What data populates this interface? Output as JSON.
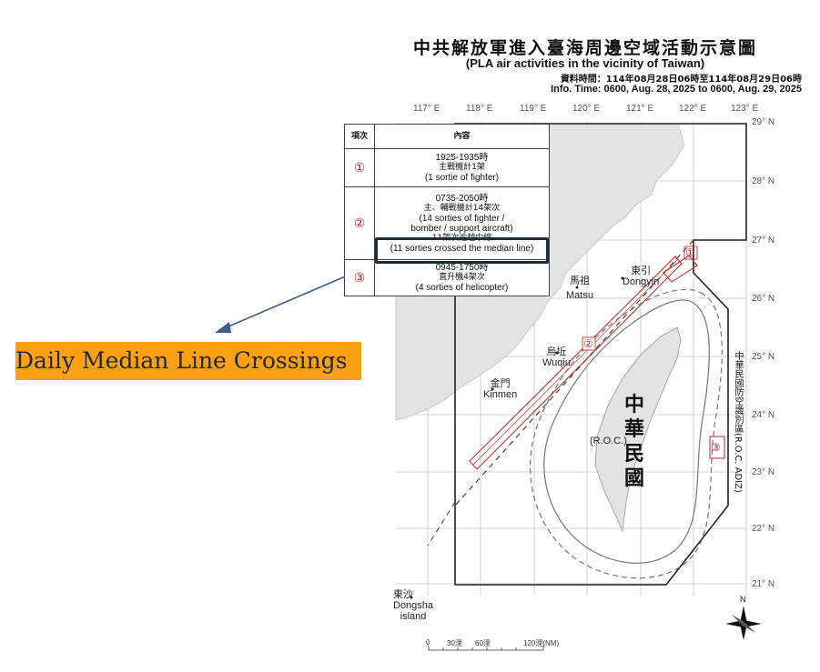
{
  "header": {
    "title_zh": "中共解放軍進入臺海周邊空域活動示意圖",
    "title_en": "(PLA air activities in the vicinity of Taiwan)",
    "info_zh": "資料時間：114年08月28日06時至114年08月29日06時",
    "info_en": "Info. Time: 0600, Aug. 28, 2025 to 0600, Aug. 29, 2025"
  },
  "axes": {
    "longitudes": [
      "117° E",
      "118° E",
      "119° E",
      "120° E",
      "121° E",
      "122° E",
      "123° E"
    ],
    "latitudes": [
      "29° N",
      "28° N",
      "27° N",
      "26° N",
      "25° N",
      "24° N",
      "23° N",
      "22° N",
      "21° N"
    ]
  },
  "legend": {
    "col_item": "項次",
    "col_content": "內容",
    "rows": [
      {
        "num": "①",
        "time": "1925-1935時",
        "zh": "主戰機計1架",
        "en": "(1 sortie of fighter)"
      },
      {
        "num": "②",
        "time": "0735-2050時",
        "zh": "主、輔戰機計14架次",
        "en1": "(14 sorties of fighter /",
        "en2": "bomber / support aircraft)",
        "zh2": "11架次逾越中線",
        "en3": "(11 sorties crossed the median line)"
      },
      {
        "num": "③",
        "time": "0945-1750時",
        "zh": "直升機4架次",
        "en": "(4 sorties of helicopter)"
      }
    ]
  },
  "callout": {
    "label": "Daily Median Line Crossings"
  },
  "places": {
    "matsu_zh": "馬祖",
    "matsu_en": "Matsu",
    "dongyin_zh": "東引",
    "dongyin_en": "Dongyin",
    "wuqiu_zh": "烏坵",
    "wuqiu_en": "Wuqiu",
    "kinmen_zh": "金門",
    "kinmen_en": "Kinmen",
    "dongsha_zh": "東沙",
    "dongsha_en1": "Dongsha",
    "dongsha_en2": "island",
    "roc_zh": [
      "中",
      "華",
      "民",
      "國"
    ],
    "roc_en": "(R.O.C.)",
    "adiz_zh": "中華民國防空識別區(R.O.C. ADIZ)"
  },
  "zones": [
    "①",
    "②",
    "③"
  ],
  "compass": {
    "north": "N"
  },
  "scale": {
    "labels": [
      "0",
      "30浬",
      "60浬",
      "120浬(NM)"
    ]
  },
  "colors": {
    "land": "#e4e4e4",
    "track": "#cc1f1f",
    "callout_bg": "#ff9f12",
    "callout_text": "#1e2a3c",
    "arrow": "#3b5f8f"
  }
}
